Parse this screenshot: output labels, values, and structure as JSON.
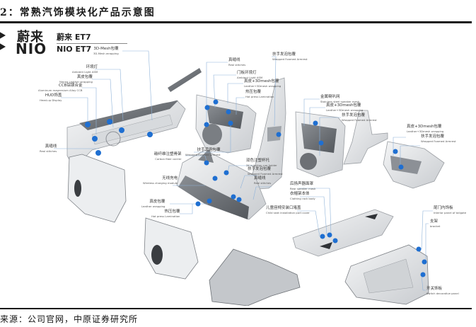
{
  "figure": {
    "title": "2：常熟汽饰模块化产品示意图",
    "source": "来源：公司官网，中原证券研究所"
  },
  "brand": {
    "name_cn": "蔚来",
    "name_en": "NIO",
    "model_cn": "蔚来 ET7",
    "model_en": "NIO ET7"
  },
  "colors": {
    "accent_dot": "#1f6fd1",
    "leader_line": "#8fb3d9",
    "part_fill": "#e6e8ea",
    "part_dark": "#6d7075",
    "rule": "#1a1a1a"
  },
  "callouts": {
    "dashboard": [
      {
        "cn": "3D-Mesh包覆",
        "en": "3D-Mesh wrapping"
      },
      {
        "cn": "环境灯",
        "en": "Ambient Light ASM"
      },
      {
        "cn": "真皮包覆",
        "en": "Nappa Leather wrapping"
      },
      {
        "cn": "CCB铝镁合金",
        "en": "Aluminum magnesium Alloy CCB"
      },
      {
        "cn": "HUD饰盖",
        "en": "Head-up Display"
      },
      {
        "cn": "真缝线",
        "en": "Real stitches"
      }
    ],
    "front_door": [
      {
        "cn": "真缝线",
        "en": "Real stitches"
      },
      {
        "cn": "门板环境灯",
        "en": "Ambient Light ASM"
      },
      {
        "cn": "真皮+3Dmesh包覆",
        "en": "Leather+3Dmesh wrapping"
      },
      {
        "cn": "热压包覆",
        "en": "Hot press Lamination"
      },
      {
        "cn": "扶手发泡包覆",
        "en": "Wrapped Foamed Armrest"
      }
    ],
    "b_pillar": [
      {
        "cn": "扶手发泡包覆",
        "en": "Wrapped Foamed Armrest"
      }
    ],
    "rear_door": [
      {
        "cn": "金属喇叭网",
        "en": "Stainless steel speaker mesh"
      },
      {
        "cn": "真皮+3Dmesh包覆",
        "en": "Leather+3Dmesh wrapping"
      },
      {
        "cn": "扶手发泡包覆",
        "en": "Wrapped Foamed Armrest"
      }
    ],
    "rear_side": [
      {
        "cn": "真皮+3Dmesh包覆",
        "en": "Leather+3Dmesh wrapping"
      },
      {
        "cn": "扶手发泡包覆",
        "en": "Wrapped Foamed Armrest"
      }
    ],
    "console": [
      {
        "cn": "碳纤维注塑骨架",
        "en": "Carbon fiber carrier"
      },
      {
        "cn": "双色注塑杯托",
        "en": "2K injection cup holder"
      },
      {
        "cn": "扶手发泡包覆",
        "en": "Wrapped Foamed Armrest"
      },
      {
        "cn": "真缝线",
        "en": "Real stitches"
      },
      {
        "cn": "无线充电",
        "en": "Wireless charging module"
      },
      {
        "cn": "真皮包覆",
        "en": "Leather wrapping"
      },
      {
        "cn": "热压包覆",
        "en": "Hot press Lamination"
      }
    ],
    "parcel_shelf": [
      {
        "cn": "后扬声器面罩",
        "en": "Rear speaker mask"
      },
      {
        "cn": "衣帽架本体",
        "en": "Clothing rack body"
      },
      {
        "cn": "儿童座椅安装口堵盖",
        "en": "Child seat installation port cover"
      }
    ],
    "tailgate": [
      {
        "cn": "尾门内饰板",
        "en": "Interior panel of tailgate"
      },
      {
        "cn": "支架",
        "en": "bracket"
      },
      {
        "cn": "开关饰板",
        "en": "Switch decorative panel"
      }
    ]
  }
}
